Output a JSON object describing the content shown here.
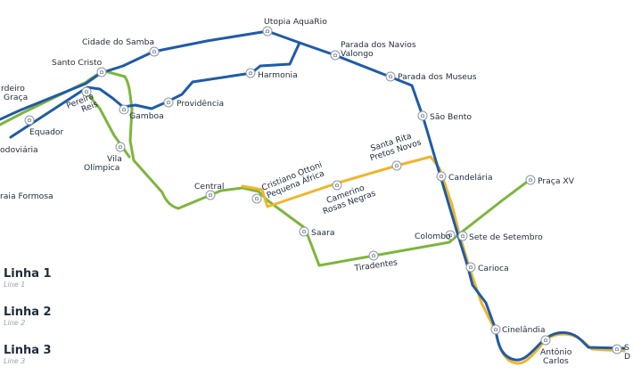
{
  "colors": {
    "linha1": "#1f5ba8",
    "linha2": "#7cb63b",
    "linha3": "#f0b52b",
    "text": "#1f2b3a"
  },
  "stations": [
    {
      "id": "utopia-aquario",
      "name": "Utopia AquaRio"
    },
    {
      "id": "cidade-do-samba",
      "name": "Cidade do Samba"
    },
    {
      "id": "parada-dos-navios",
      "name": "Parada dos Navios Valongo"
    },
    {
      "id": "santo-cristo",
      "name": "Santo Cristo"
    },
    {
      "id": "harmonia",
      "name": "Harmonia"
    },
    {
      "id": "parada-dos-museus",
      "name": "Parada dos Museus"
    },
    {
      "id": "cordeiro-graca",
      "name": "Cordeiro da Graça"
    },
    {
      "id": "pereira-reis",
      "name": "Pereira Reis"
    },
    {
      "id": "providencia",
      "name": "Providência"
    },
    {
      "id": "gamboa",
      "name": "Gamboa"
    },
    {
      "id": "sao-bento",
      "name": "São Bento"
    },
    {
      "id": "equador",
      "name": "Equador"
    },
    {
      "id": "rodoviaria",
      "name": "Rodoviária"
    },
    {
      "id": "vila-olimpica",
      "name": "Vila Olímpica"
    },
    {
      "id": "santa-rita",
      "name": "Santa Rita Pretos Novos"
    },
    {
      "id": "candelaria",
      "name": "Candelária"
    },
    {
      "id": "praca-xv",
      "name": "Praça XV"
    },
    {
      "id": "cristiano-ottoni",
      "name": "Cristiano Ottoni Pequena África"
    },
    {
      "id": "central",
      "name": "Central"
    },
    {
      "id": "camerino",
      "name": "Camerino Rosas Negras"
    },
    {
      "id": "praia-formosa",
      "name": "Praia Formosa"
    },
    {
      "id": "saara",
      "name": "Saara"
    },
    {
      "id": "colombo",
      "name": "Colombo"
    },
    {
      "id": "sete-de-setembro",
      "name": "Sete de Setembro"
    },
    {
      "id": "tiradentes",
      "name": "Tiradentes"
    },
    {
      "id": "carioca",
      "name": "Carioca"
    },
    {
      "id": "cinelandia",
      "name": "Cinelândia"
    },
    {
      "id": "antonio-carlos",
      "name": "Antônio Carlos"
    },
    {
      "id": "santos-dumont",
      "name": "Santos Dumont"
    }
  ],
  "legend": [
    {
      "name": "Linha 1",
      "sub": "Line 1"
    },
    {
      "name": "Linha 2",
      "sub": "Line 2"
    },
    {
      "name": "Linha 3",
      "sub": "Line 3"
    }
  ],
  "label_visible": {
    "cordeiro_line1": "rdeiro",
    "cordeiro_line2": "Graça",
    "rodoviaria": "odoviária",
    "praia_formosa": "raia Formosa",
    "santos_dumont_line1": "S",
    "santos_dumont_line2": "D"
  }
}
